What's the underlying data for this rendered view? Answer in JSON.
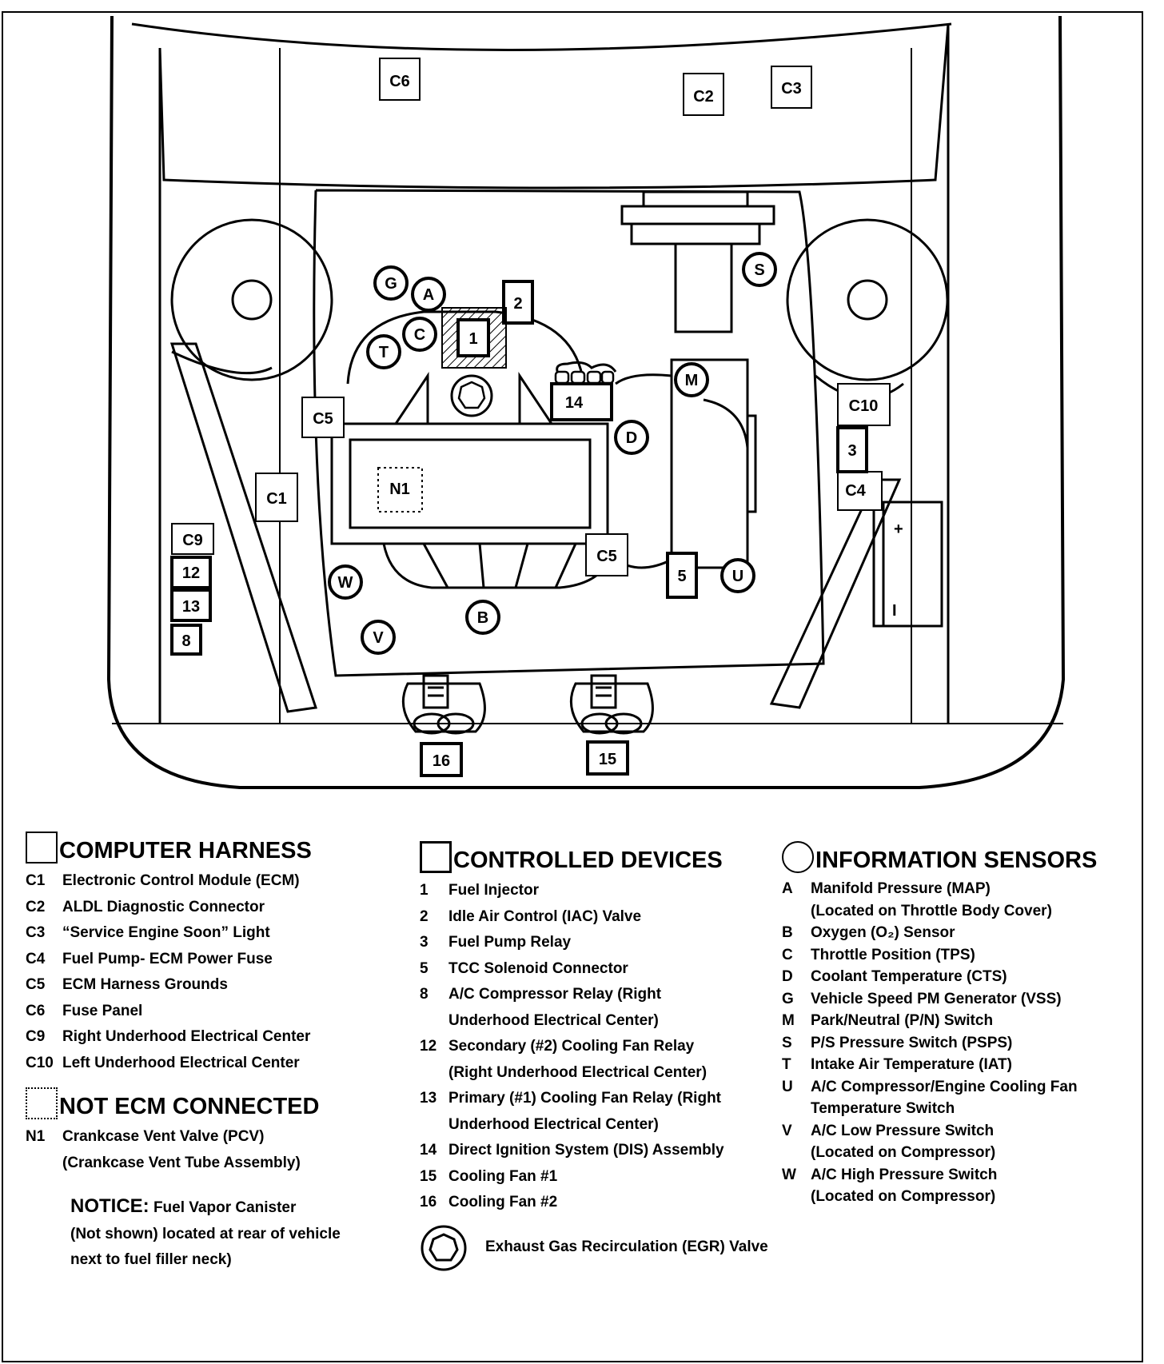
{
  "diagram": {
    "labels": {
      "c6_top": "C6",
      "c2": "C2",
      "c3": "C3",
      "g": "G",
      "a": "A",
      "c": "C",
      "t": "T",
      "s": "S",
      "m": "M",
      "d": "D",
      "u": "U",
      "w": "W",
      "v": "V",
      "b": "B",
      "n1": "N1",
      "c1": "C1",
      "c5_left": "C5",
      "c5_right": "C5",
      "c9": "C9",
      "c10": "C10",
      "c4": "C4",
      "n1_dev": "1",
      "n2": "2",
      "n3": "3",
      "n5": "5",
      "n8": "8",
      "n12": "12",
      "n13": "13",
      "n14": "14",
      "n15": "15",
      "n16": "16",
      "battery_plus": "+",
      "battery_minus": "I"
    }
  },
  "legend": {
    "computer_harness": {
      "title": "COMPUTER HARNESS",
      "items": [
        {
          "code": "C1",
          "text": "Electronic Control Module (ECM)"
        },
        {
          "code": "C2",
          "text": "ALDL Diagnostic Connector"
        },
        {
          "code": "C3",
          "text": "“Service Engine Soon” Light"
        },
        {
          "code": "C4",
          "text": "Fuel Pump- ECM Power Fuse"
        },
        {
          "code": "C5",
          "text": "ECM Harness Grounds"
        },
        {
          "code": "C6",
          "text": "Fuse Panel"
        },
        {
          "code": "C9",
          "text": "Right Underhood Electrical Center"
        },
        {
          "code": "C10",
          "text": "Left Underhood Electrical Center"
        }
      ]
    },
    "not_ecm": {
      "title": "NOT ECM CONNECTED",
      "code": "N1",
      "line1": "Crankcase Vent Valve (PCV)",
      "line2": "(Crankcase Vent Tube Assembly)"
    },
    "notice": {
      "label": "NOTICE:",
      "line1": "Fuel Vapor Canister",
      "line2": "(Not shown) located at rear of vehicle",
      "line3": "next to fuel filler neck)"
    },
    "controlled_devices": {
      "title": "CONTROLLED DEVICES",
      "items": [
        {
          "code": "1",
          "text": "Fuel Injector",
          "cont": ""
        },
        {
          "code": "2",
          "text": "Idle Air Control (IAC) Valve",
          "cont": ""
        },
        {
          "code": "3",
          "text": "Fuel Pump Relay",
          "cont": ""
        },
        {
          "code": "5",
          "text": "TCC Solenoid Connector",
          "cont": ""
        },
        {
          "code": "8",
          "text": "A/C Compressor Relay (Right",
          "cont": "Underhood Electrical Center)"
        },
        {
          "code": "12",
          "text": "Secondary (#2) Cooling Fan Relay",
          "cont": "(Right  Underhood Electrical Center)"
        },
        {
          "code": "13",
          "text": "Primary (#1) Cooling Fan Relay (Right",
          "cont": "Underhood Electrical Center)"
        },
        {
          "code": "14",
          "text": "Direct Ignition System (DIS)  Assembly",
          "cont": ""
        },
        {
          "code": "15",
          "text": "Cooling Fan #1",
          "cont": ""
        },
        {
          "code": "16",
          "text": "Cooling Fan #2",
          "cont": ""
        }
      ],
      "egr": "Exhaust Gas Recirculation  (EGR) Valve"
    },
    "information_sensors": {
      "title": "INFORMATION SENSORS",
      "items": [
        {
          "code": "A",
          "text": "Manifold Pressure (MAP)",
          "cont": "(Located on Throttle Body Cover)"
        },
        {
          "code": "B",
          "text": "Oxygen (O₂) Sensor",
          "cont": ""
        },
        {
          "code": "C",
          "text": "Throttle Position (TPS)",
          "cont": ""
        },
        {
          "code": "D",
          "text": "Coolant Temperature (CTS)",
          "cont": ""
        },
        {
          "code": "G",
          "text": "Vehicle Speed PM Generator (VSS)",
          "cont": ""
        },
        {
          "code": "M",
          "text": "Park/Neutral (P/N) Switch",
          "cont": ""
        },
        {
          "code": "S",
          "text": "P/S Pressure Switch (PSPS)",
          "cont": ""
        },
        {
          "code": "T",
          "text": "Intake  Air Temperature (IAT)",
          "cont": ""
        },
        {
          "code": "U",
          "text": "A/C Compressor/Engine Cooling Fan",
          "cont": "Temperature Switch"
        },
        {
          "code": "V",
          "text": "A/C Low Pressure Switch",
          "cont": "(Located on Compressor)"
        },
        {
          "code": "W",
          "text": "A/C High Pressure Switch",
          "cont": "(Located on Compressor)"
        }
      ]
    }
  }
}
